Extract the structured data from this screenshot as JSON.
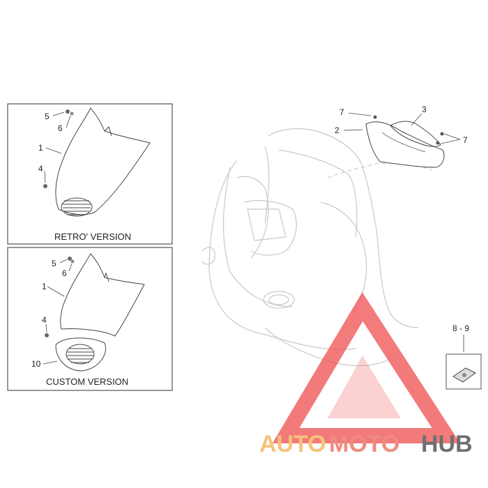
{
  "panels": {
    "retro": {
      "caption": "RETRO' VERSION",
      "callouts": [
        "5",
        "6",
        "1",
        "4"
      ]
    },
    "custom": {
      "caption": "CUSTOM VERSION",
      "callouts": [
        "5",
        "6",
        "1",
        "4",
        "10"
      ]
    }
  },
  "main": {
    "callouts": [
      "7",
      "2",
      "3",
      "7"
    ]
  },
  "clip_part": {
    "callout": "8 - 9"
  },
  "watermark": {
    "part1": "AUTO",
    "part2": "MOTO",
    "part3": "HUB",
    "colors": {
      "auto": "#f6c27a",
      "moto": "#f08a80",
      "hub": "#6f6f6f",
      "logo": "#f05a5a"
    }
  }
}
